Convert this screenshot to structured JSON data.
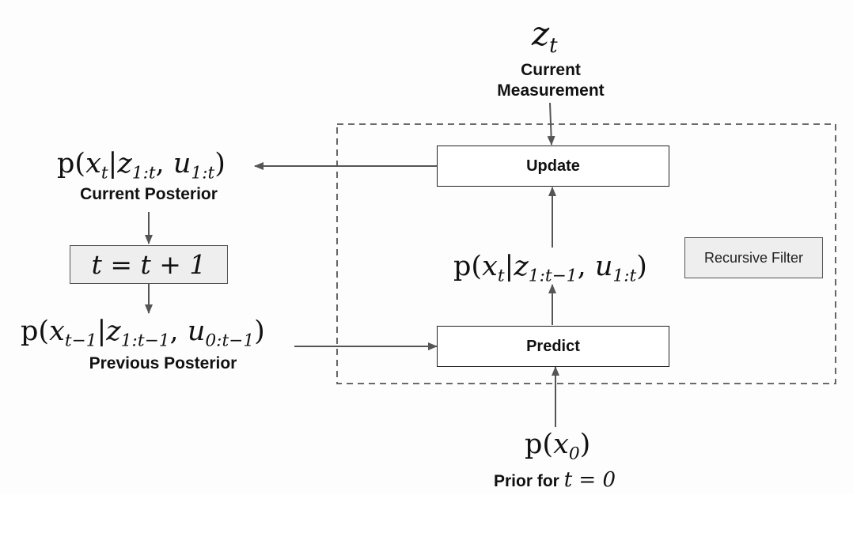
{
  "measurement": {
    "symbol_base": "z",
    "symbol_sub": "t",
    "label_line1": "Current",
    "label_line2": "Measurement"
  },
  "current_posterior": {
    "expr": [
      "p(",
      "x",
      "t",
      "|",
      "z",
      "1:t",
      ", ",
      "u",
      "1:t",
      ")"
    ],
    "label": "Current Posterior"
  },
  "time_step": {
    "expr": "t = t + 1"
  },
  "previous_posterior": {
    "expr": [
      "p(",
      "x",
      "t−1",
      "|",
      "z",
      "1:t−1",
      ", ",
      "u",
      "0:t−1",
      ")"
    ],
    "label": "Previous Posterior"
  },
  "update_box": {
    "label": "Update"
  },
  "predict_box": {
    "label": "Predict"
  },
  "prediction": {
    "expr": [
      "p(",
      "x",
      "t",
      "|",
      "z",
      "1:t−1",
      ", ",
      "u",
      "1:t",
      ")"
    ]
  },
  "filter_tag": {
    "label": "Recursive Filter"
  },
  "prior": {
    "expr": [
      "p(",
      "x",
      "0",
      ")"
    ],
    "label_text": "Prior for ",
    "label_math": "t = 0"
  },
  "colors": {
    "arrow": "#555555",
    "dashed_border": "#555555",
    "gray_fill": "#eeeeee"
  }
}
